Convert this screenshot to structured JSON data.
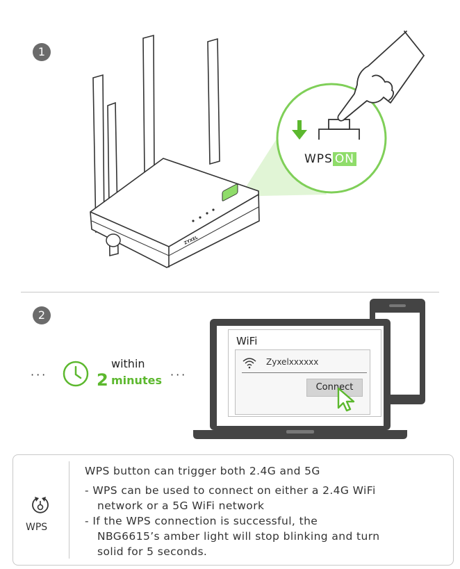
{
  "step1": {
    "number": "1"
  },
  "step2": {
    "number": "2"
  },
  "wps_button": {
    "label": "WPS",
    "state": "ON"
  },
  "router": {
    "brand": "ZYXEL"
  },
  "timer": {
    "prefix": "within",
    "amount": "2",
    "unit": "minutes",
    "dots_left": "···",
    "dots_right": "···"
  },
  "wifi_dialog": {
    "title": "WiFi",
    "ssid": "Zyxelxxxxxx",
    "connect_label": "Connect"
  },
  "note": {
    "icon_label": "WPS",
    "heading": "WPS button can trigger both 2.4G and 5G",
    "lines": [
      "- WPS can be used to connect on either a 2.4G WiFi",
      "network or a 5G WiFi network",
      "- If the WPS connection is successful, the",
      "NBG6615’s amber light will stop blinking and turn",
      "solid for 5 seconds."
    ]
  },
  "colors": {
    "accent": "#5cb82e",
    "highlight": "#8fdc6a",
    "badge": "#6b6b6b"
  },
  "icons": [
    "clock-icon",
    "wifi-icon",
    "cursor-icon",
    "wps-icon",
    "down-arrow-icon",
    "hand-icon"
  ]
}
